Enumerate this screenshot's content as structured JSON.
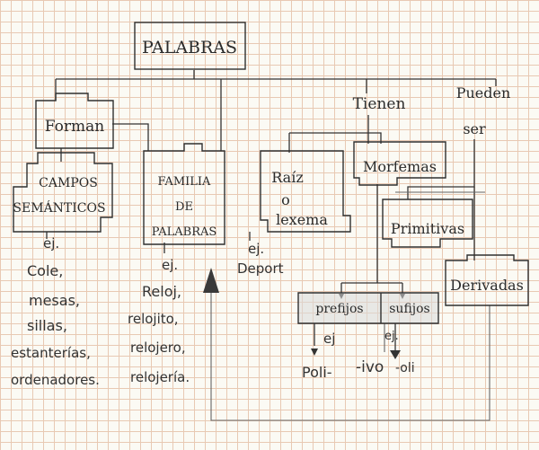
{
  "nodes": {
    "palabras": "PALABRAS",
    "forman": "Forman",
    "tienen": "Tienen",
    "pueden_1": "Pueden",
    "pueden_2": "ser",
    "campos_1": "CAMPOS",
    "campos_2": "SEMÁNTICOS",
    "familia_1": "FAMILIA",
    "familia_2": "DE",
    "familia_3": "PALABRAS",
    "raiz_1": "Raíz",
    "raiz_2": "o",
    "raiz_3": "lexema",
    "morfemas": "Morfemas",
    "primitivas": "Primitivas",
    "derivadas": "Derivadas",
    "prefijos": "prefijos",
    "sufijos": "sufijos"
  },
  "examples": {
    "campos": [
      "ej.",
      "Cole,",
      "mesas,",
      "sillas,",
      "estanterías,",
      "ordenadores."
    ],
    "familia": [
      "ej.",
      "Reloj,",
      "relojito,",
      "relojero,",
      "relojería."
    ],
    "raiz": [
      "ej.",
      "Deport"
    ],
    "prefijos": [
      "ej",
      "Poli-"
    ],
    "sufijos": [
      "ej.",
      "-ivo",
      "-oli"
    ]
  },
  "colors": {
    "ink": "#2b2b2b",
    "grid": "#e8c9b3",
    "paper": "#fbfaf4"
  }
}
